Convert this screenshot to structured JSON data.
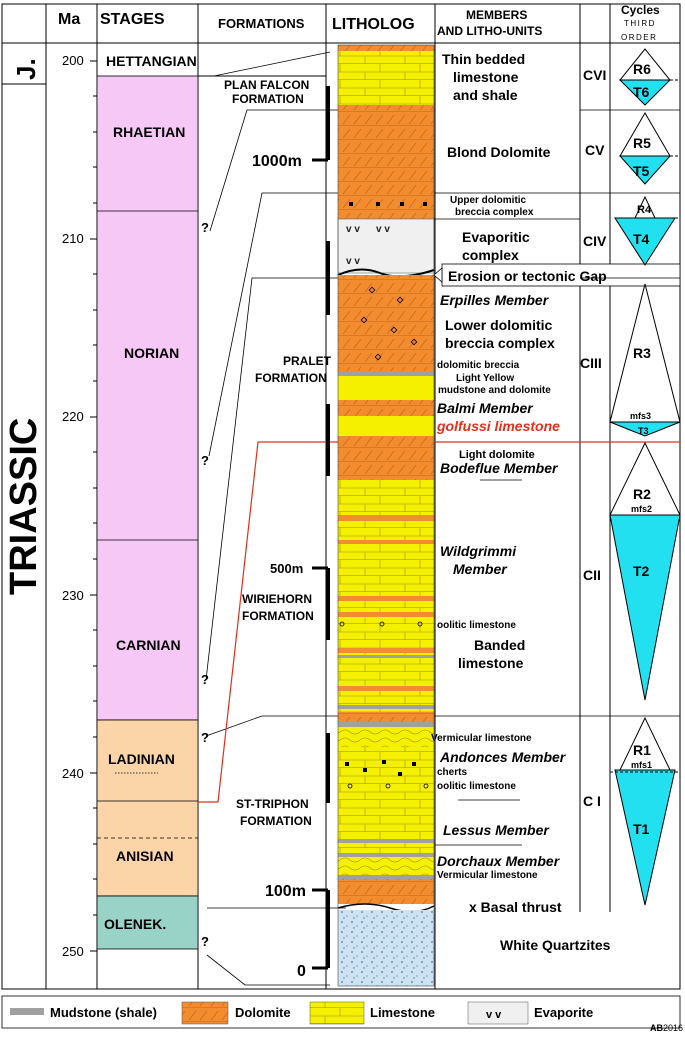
{
  "headers": {
    "period": "J.",
    "ma": "Ma",
    "stages": "STAGES",
    "formations": "FORMATIONS",
    "litholog": "LITHOLOG",
    "members_1": "MEMBERS",
    "members_2": "AND LITHO-UNITS",
    "cycles": "Cycles",
    "third": "THIRD",
    "order": "ORDER"
  },
  "system": "TRIASSIC",
  "ma_ticks": [
    "200",
    "210",
    "220",
    "230",
    "240",
    "250"
  ],
  "stages": [
    {
      "name": "HETTANGIAN",
      "color": "#ffffff"
    },
    {
      "name": "RHAETIAN",
      "color": "#f5c8f5"
    },
    {
      "name": "NORIAN",
      "color": "#f5c8f5"
    },
    {
      "name": "CARNIAN",
      "color": "#f5c8f5"
    },
    {
      "name": "LADINIAN",
      "color": "#fbd4a8"
    },
    {
      "name": "ANISIAN",
      "color": "#fbd4a8"
    },
    {
      "name": "OLENEK.",
      "color": "#99d2c6"
    }
  ],
  "formations": [
    {
      "line1": "PLAN FALCON",
      "line2": "FORMATION"
    },
    {
      "line1": "PRALET",
      "line2": "FORMATION"
    },
    {
      "line1": "WIRIEHORN",
      "line2": "FORMATION"
    },
    {
      "line1": "ST-TRIPHON",
      "line2": "FORMATION"
    }
  ],
  "question_mark": "?",
  "scale_labels": [
    "1000m",
    "500m",
    "100m",
    "0"
  ],
  "members": {
    "plan_falcon": [
      "Thin bedded",
      "limestone",
      "and shale"
    ],
    "blond": "Blond Dolomite",
    "upper_breccia": [
      "Upper dolomitic",
      "breccia complex"
    ],
    "evaporitic": [
      "Evaporitic",
      "complex"
    ],
    "erosion": "Erosion or tectonic Gap",
    "erpilles": "Erpilles Member",
    "lower_breccia": [
      "Lower dolomitic",
      "breccia complex"
    ],
    "dolo_breccia": "dolomitic breccia",
    "light_yellow": [
      "Light Yellow",
      "mudstone and dolomite"
    ],
    "balmi": "Balmi Member",
    "golfussi": "golfussi limestone",
    "light_dolomite": "Light dolomite",
    "bodeflue": "Bodeflue Member",
    "wildgrimmi": [
      "Wildgrimmi",
      "Member"
    ],
    "oolitic_1": "oolitic limestone",
    "banded": [
      "Banded",
      "limestone"
    ],
    "vermicular_1": "Vermicular limestone",
    "andonces": "Andonces Member",
    "cherts": "cherts",
    "oolitic_2": "oolitic limestone",
    "lessus": "Lessus Member",
    "dorchaux": "Dorchaux Member",
    "vermicular_2": "Vermicular limestone",
    "basal": "x Basal thrust",
    "quartzites": "White Quartzites"
  },
  "cycles": [
    {
      "name": "CVI",
      "r": "R6",
      "t": "T6"
    },
    {
      "name": "CV",
      "r": "R5",
      "t": "T5"
    },
    {
      "name": "CIV",
      "r": "R4",
      "t": "T4"
    },
    {
      "name": "CIII",
      "r": "R3",
      "t": "T3",
      "mfs": "mfs3"
    },
    {
      "name": "CII",
      "r": "R2",
      "t": "T2",
      "mfs": "mfs2"
    },
    {
      "name": "C I",
      "r": "R1",
      "t": "T1",
      "mfs": "mfs1"
    }
  ],
  "legend": [
    {
      "label": "Mudstone (shale)",
      "color": "#a0a0a0"
    },
    {
      "label": "Dolomite",
      "color": "#f28c2e"
    },
    {
      "label": "Limestone",
      "color": "#f5f000"
    },
    {
      "label": "Evaporite",
      "color": "#f0f0f0"
    }
  ],
  "evaporite_symbol": "v v",
  "credit_bold": "AB",
  "credit_year": "2016",
  "colors": {
    "dolomite": "#f28c2e",
    "limestone": "#f5f000",
    "transgression": "#22e0f0",
    "accent_red": "#e0301e"
  }
}
